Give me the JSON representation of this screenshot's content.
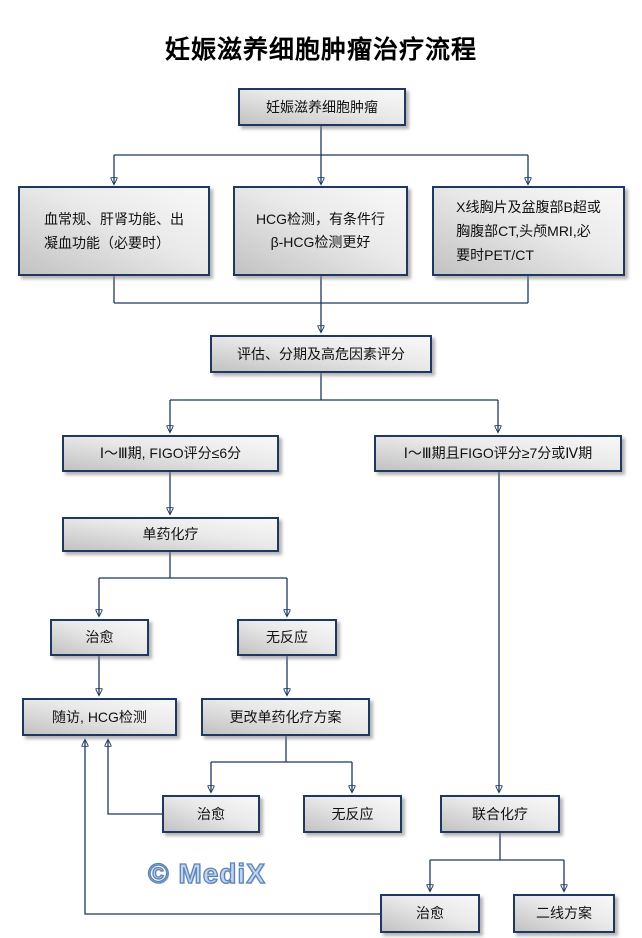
{
  "title": "妊娠滋养细胞肿瘤治疗流程",
  "watermark": "© MediX",
  "colors": {
    "line_and_border": "#1F3860",
    "box_fill_light": "#F8F8F8",
    "box_fill_dark": "#C2C2C2",
    "watermark_fill": "#C3D3EC",
    "watermark_outline": "#5B84B7",
    "title_color": "#000000",
    "background": "#FFFFFF"
  },
  "nodes": {
    "root": {
      "label": [
        "妊娠滋养细胞肿瘤"
      ]
    },
    "blood_tests": {
      "label": [
        "血常规、肝肾功能、出",
        "凝血功能（必要时）"
      ]
    },
    "hcg_test": {
      "label": [
        "HCG检测，有条件行",
        "β-HCG检测更好"
      ]
    },
    "imaging": {
      "label": [
        "X线胸片及盆腹部B超或",
        "胸腹部CT,头颅MRI,必",
        "要时PET/CT"
      ]
    },
    "assessment": {
      "label": [
        "评估、分期及高危因素评分"
      ]
    },
    "low_risk": {
      "label": [
        "Ⅰ～Ⅲ期, FIGO评分≤6分"
      ]
    },
    "high_risk": {
      "label": [
        "Ⅰ～Ⅲ期且FIGO评分≥7分或Ⅳ期"
      ]
    },
    "single_agent_chemo": {
      "label": [
        "单药化疗"
      ]
    },
    "cured_1": {
      "label": [
        "治愈"
      ]
    },
    "no_response_1": {
      "label": [
        "无反应"
      ]
    },
    "followup": {
      "label": [
        "随访, HCG检测"
      ]
    },
    "change_regimen": {
      "label": [
        "更改单药化疗方案"
      ]
    },
    "cured_2": {
      "label": [
        "治愈"
      ]
    },
    "no_response_2": {
      "label": [
        "无反应"
      ]
    },
    "combination_chemo": {
      "label": [
        "联合化疗"
      ]
    },
    "cured_3": {
      "label": [
        "治愈"
      ]
    },
    "second_line": {
      "label": [
        "二线方案"
      ]
    }
  }
}
